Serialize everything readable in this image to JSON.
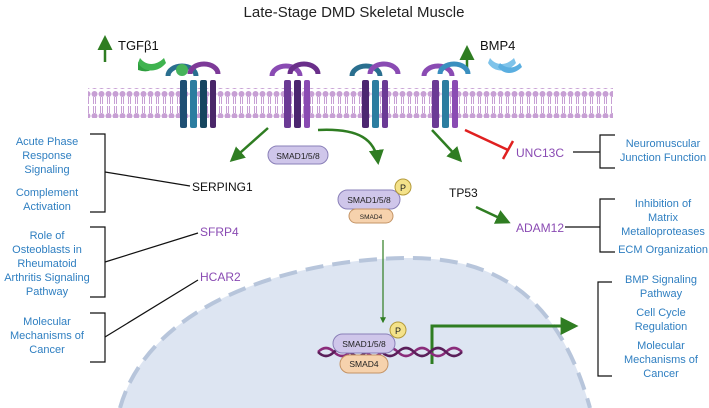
{
  "title": "Late-Stage DMD Skeletal Muscle",
  "colors": {
    "blue_text": "#2f7fc1",
    "purple_text": "#8a4bb3",
    "black_text": "#111111",
    "green_arrow": "#2f7d22",
    "red_inhibit": "#e02020",
    "membrane_head": "#c79fd4",
    "nucleus_fill": "#dde5f2"
  },
  "ligands": {
    "left": "TGFβ1",
    "right": "BMP4"
  },
  "left_terms": {
    "group1": [
      "Acute Phase",
      "Response",
      "Signaling",
      "Complement",
      "Activation"
    ],
    "group2": [
      "Role of",
      "Osteoblasts in",
      "Rheumatoid",
      "Arthritis Signaling",
      "Pathway"
    ],
    "group3": [
      "Molecular",
      "Mechanisms of",
      "Cancer"
    ]
  },
  "genes": {
    "serping1": "SERPING1",
    "sfrp4": "SFRP4",
    "hcar2": "HCAR2",
    "tp53": "TP53",
    "adam12": "ADAM12",
    "unc13c": "UNC13C"
  },
  "smad": {
    "smad158": "SMAD1/5/8",
    "smad4": "SMAD4",
    "p": "P"
  },
  "right_terms": {
    "unc13c": [
      "Neuromuscular",
      "Junction Function"
    ],
    "adam12_a": [
      "Inhibition of",
      "Matrix",
      "Metalloproteases"
    ],
    "adam12_b": [
      "ECM Organization"
    ],
    "nucleus": [
      "BMP Signaling",
      "Pathway",
      "Cell Cycle",
      "Regulation",
      "Molecular",
      "Mechanisms of",
      "Cancer"
    ]
  }
}
